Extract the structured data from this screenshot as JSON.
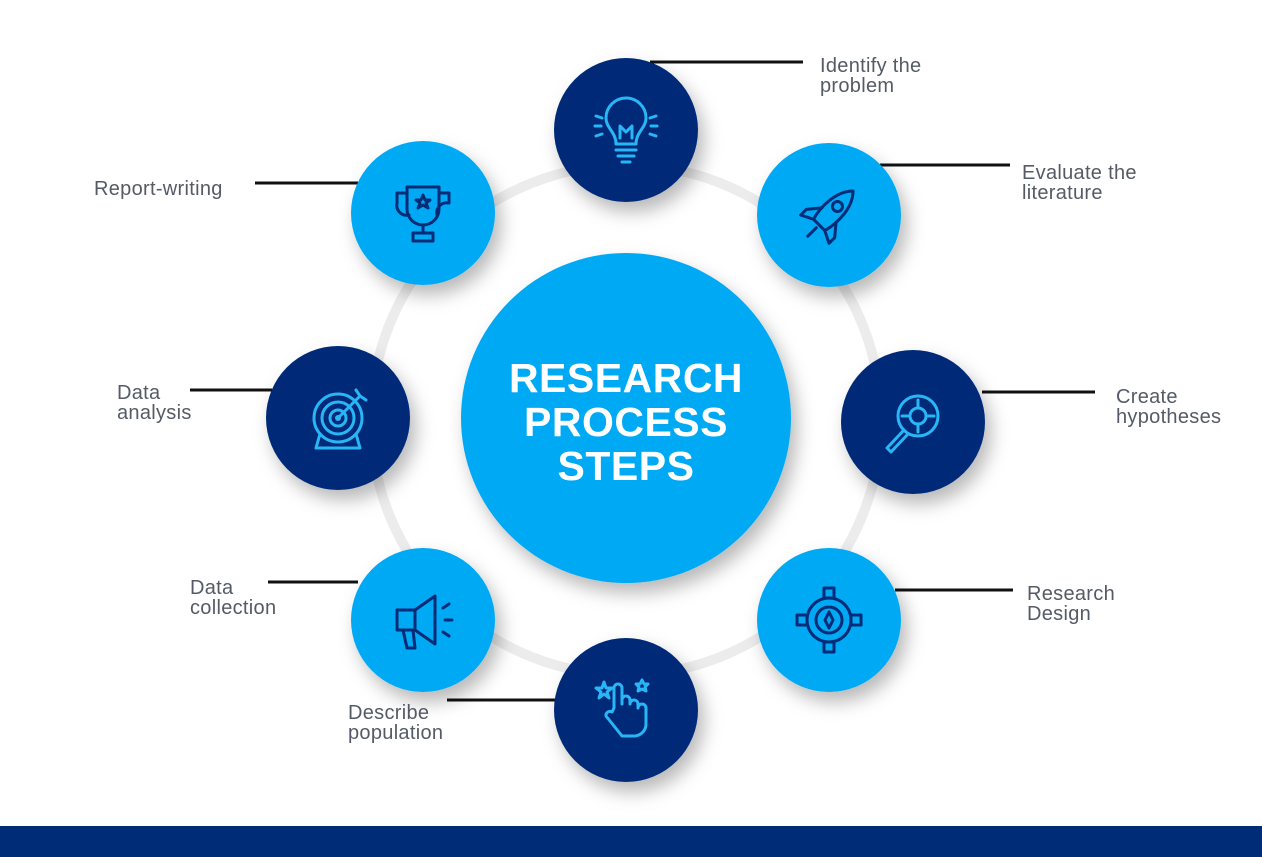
{
  "title": {
    "line1": "RESEARCH",
    "line2": "PROCESS",
    "line3": "STEPS"
  },
  "steps": [
    {
      "line1": "Identify the",
      "line2": "problem",
      "icon": "lightbulb-icon",
      "color": "#002c77"
    },
    {
      "line1": "Evaluate the",
      "line2": "literature",
      "icon": "rocket-icon",
      "color": "#03a9f4"
    },
    {
      "line1": "Create",
      "line2": "hypotheses",
      "icon": "magnifier-target-icon",
      "color": "#002c77"
    },
    {
      "line1": "Research",
      "line2": "Design",
      "icon": "gear-icon",
      "color": "#03a9f4"
    },
    {
      "line1": "Describe",
      "line2": "population",
      "icon": "hand-pointer-icon",
      "color": "#002c77"
    },
    {
      "line1": "Data",
      "line2": "collection",
      "icon": "megaphone-icon",
      "color": "#03a9f4"
    },
    {
      "line1": "Data",
      "line2": "analysis",
      "icon": "target-icon",
      "color": "#002c77"
    },
    {
      "line1": "Report-writing",
      "line2": "",
      "icon": "trophy-icon",
      "color": "#03a9f4"
    }
  ],
  "colors": {
    "navy": "#002c77",
    "blue": "#03a9f4"
  }
}
